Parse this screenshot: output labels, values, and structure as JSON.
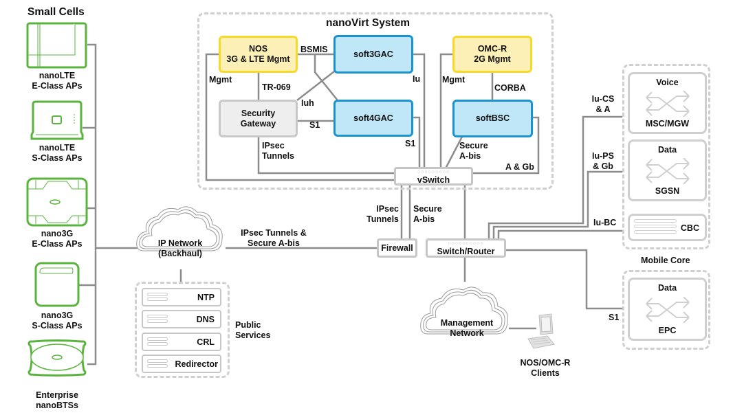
{
  "diagram": {
    "small_cells": {
      "title": "Small Cells",
      "devices": [
        {
          "icon": "nanolte-e-class-ap-icon",
          "line1": "nanoLTE",
          "line2": "E-Class APs"
        },
        {
          "icon": "nanolte-s-class-ap-icon",
          "line1": "nanoLTE",
          "line2": "S-Class APs"
        },
        {
          "icon": "nano3g-e-class-ap-icon",
          "line1": "nano3G",
          "line2": "E-Class APs"
        },
        {
          "icon": "nano3g-s-class-ap-icon",
          "line1": "nano3G",
          "line2": "S-Class APs"
        },
        {
          "icon": "enterprise-nanobts-icon",
          "line1": "Enterprise",
          "line2": "nanoBTSs"
        }
      ]
    },
    "nanovirt": {
      "title": "nanoVirt System",
      "nos": {
        "line1": "NOS",
        "line2": "3G & LTE Mgmt"
      },
      "soft3gac": "soft3GAC",
      "soft4gac": "soft4GAC",
      "omc_r": {
        "line1": "OMC-R",
        "line2": "2G Mgmt"
      },
      "softbsc": "softBSC",
      "security_gateway": {
        "line1": "Security",
        "line2": "Gateway"
      },
      "vswitch": "vSwitch"
    },
    "link_labels": {
      "bsmis": "BSMIS",
      "mgmt_nos": "Mgmt",
      "tr069": "TR-069",
      "iuh": "Iuh",
      "s1_sgw": "S1",
      "iu": "Iu",
      "s1_4gac": "S1",
      "mgmt_omc": "Mgmt",
      "corba": "CORBA",
      "secure_abis_1": "Secure",
      "secure_abis_2": "A-bis",
      "a_gb": "A & Gb",
      "ipsec_tunnels_1": "IPsec",
      "ipsec_tunnels_2": "Tunnels",
      "ipsec_fw_1": "IPsec",
      "ipsec_fw_2": "Tunnels",
      "secure_fw_1": "Secure",
      "secure_fw_2": "A-bis",
      "backhaul_link_1": "IPsec Tunnels &",
      "backhaul_link_2": "Secure A-bis",
      "iu_cs_1": "Iu-CS",
      "iu_cs_2": "& A",
      "iu_ps_1": "Iu-PS",
      "iu_ps_2": "& Gb",
      "iu_bc": "Iu-BC",
      "s1_core": "S1"
    },
    "ip_network": {
      "line1": "IP Network",
      "line2": "(Backhaul)"
    },
    "public_services": {
      "label1": "Public",
      "label2": "Services",
      "items": [
        "NTP",
        "DNS",
        "CRL",
        "Redirector"
      ]
    },
    "firewall": "Firewall",
    "switch_router": "Switch/Router",
    "management_network": {
      "line1": "Management",
      "line2": "Network"
    },
    "clients": {
      "line1": "NOS/OMC-R",
      "line2": "Clients"
    },
    "mobile_core": {
      "title": "Mobile Core",
      "voice": {
        "top": "Voice",
        "bottom": "MSC/MGW"
      },
      "data_sgsn": {
        "top": "Data",
        "bottom": "SGSN"
      },
      "cbc": "CBC",
      "data_epc": {
        "top": "Data",
        "bottom": "EPC"
      }
    },
    "colors": {
      "device_green": "#5ab33c",
      "mgmt_yellow_fill": "#fdf0b6",
      "mgmt_yellow_border": "#f7d928",
      "node_blue_fill": "#bfe7f8",
      "node_blue_border": "#1a93d1",
      "line_grey": "#8c8c8c",
      "outline_grey": "#c8c8c8"
    }
  }
}
